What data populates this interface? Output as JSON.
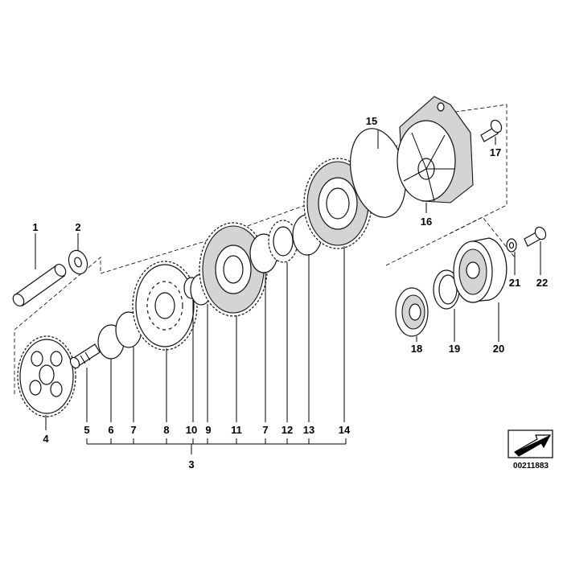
{
  "diagram": {
    "callouts": [
      "1",
      "2",
      "3",
      "4",
      "5",
      "6",
      "7",
      "8",
      "10",
      "9",
      "11",
      "7",
      "12",
      "13",
      "14",
      "15",
      "16",
      "17",
      "18",
      "19",
      "20",
      "21",
      "22"
    ],
    "reference_number": "00211883"
  }
}
